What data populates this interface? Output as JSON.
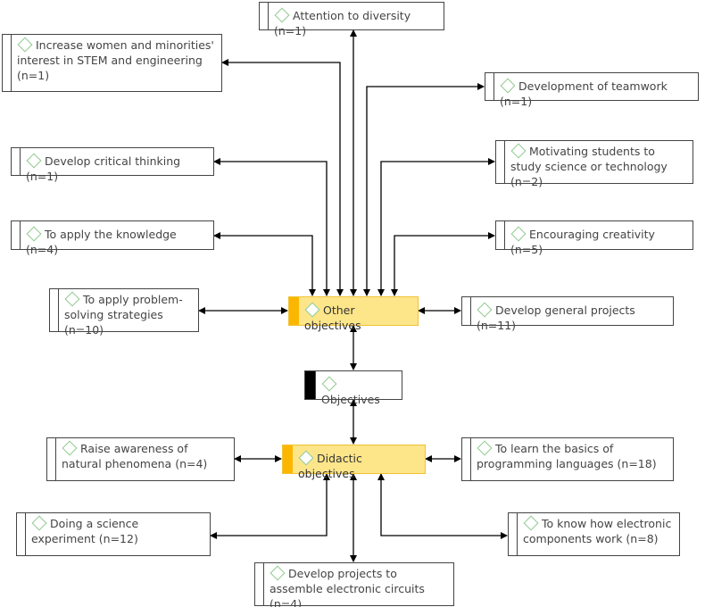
{
  "root": {
    "label": "Objectives"
  },
  "other": {
    "label": "Other objectives",
    "children": [
      "Attention to diversity (n=1)",
      "Increase women and minorities' interest in STEM and engineering (n=1)",
      "Development of teamwork (n=1)",
      "Develop critical thinking (n=1)",
      "Motivating students to study science or technology (n=2)",
      "To apply the knowledge (n=4)",
      "Encouraging creativity (n=5)",
      "To apply problem-solving strategies (n=10)",
      "Develop general projects (n=11)"
    ]
  },
  "didactic": {
    "label": "Didactic objectives",
    "children": [
      "Raise awareness of natural phenomena (n=4)",
      "To learn the basics of programming languages (n=18)",
      "Doing a science experiment (n=12)",
      "To know how electronic components work (n=8)",
      "Develop projects to assemble electronic circuits (n=4)"
    ]
  },
  "colors": {
    "highlight": "#fde58a",
    "highlight_bar": "#fbb600",
    "diamond": "#8cc98c",
    "line": "#000000"
  }
}
